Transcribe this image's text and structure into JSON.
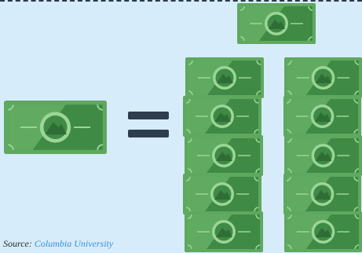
{
  "source": {
    "label": "Source:",
    "link_text": "Columbia University"
  },
  "icons": {
    "bill": "dollar-bill-icon",
    "equals": "equals-sign-icon"
  },
  "colors": {
    "background": "#d6ecfb",
    "bill_border": "#5fa85f",
    "bill_dark": "#3f8a44",
    "bill_light": "#7cc47a",
    "bill_center": "#9ad696",
    "mountain": "#2f6d36",
    "equals": "#2f3e4e",
    "source_link": "#3a8fd8"
  },
  "illustration": {
    "left_bill_count": 1,
    "right_bill_count": 11
  }
}
